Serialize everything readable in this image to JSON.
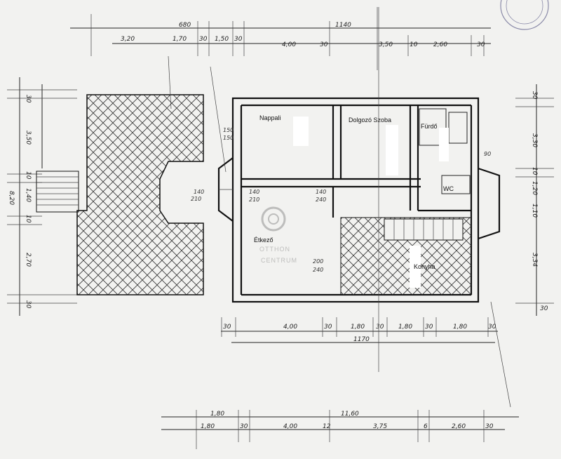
{
  "rooms": {
    "nappali": "Nappali",
    "dolgozo": "Dolgozó Szoba",
    "furdo": "Fürdő",
    "wc": "WC",
    "etkezo": "Étkező",
    "konyha": "Konyha"
  },
  "watermark": {
    "line1": "OTTHON",
    "line2": "CENTRUM"
  },
  "dims_top": {
    "total_a": "680",
    "total_b": "1140",
    "d1": "3,20",
    "d2": "1,70",
    "d3": "30",
    "d4": "1,50",
    "d5": "30",
    "d6": "4,00",
    "d7": "30",
    "d8": "3,50",
    "d9": "10",
    "d10": "2,60",
    "d11": "30"
  },
  "dims_bottom1": {
    "d1": "30",
    "d2": "4,00",
    "d3": "30",
    "d4": "1,80",
    "d5": "30",
    "d6": "1,80",
    "d7": "30",
    "d8": "1,80",
    "d9": "30",
    "total": "1170"
  },
  "dims_bottom2": {
    "d0": "1,80",
    "d1": "1,80",
    "d2": "30",
    "d3": "4,00",
    "d4": "12",
    "d5": "3,75",
    "d6": "6",
    "d7": "2,60",
    "d8": "30",
    "total": "11,60"
  },
  "dims_left": {
    "d1": "30",
    "d2": "3,50",
    "d3": "10",
    "d4": "1,40",
    "d5": "10",
    "d6": "2,70",
    "d7": "30",
    "total": "8,20"
  },
  "dims_right": {
    "d1": "30",
    "d2": "3,30",
    "d3": "10",
    "d4": "1,20",
    "d5": "1,10",
    "d6": "3,34",
    "d7": "30"
  },
  "openings": {
    "o1": "140",
    "o2": "210",
    "o3": "140",
    "o4": "210",
    "o5": "140",
    "o6": "240",
    "o7": "150",
    "o8": "150",
    "o9": "200",
    "o10": "240",
    "o11": "90"
  }
}
